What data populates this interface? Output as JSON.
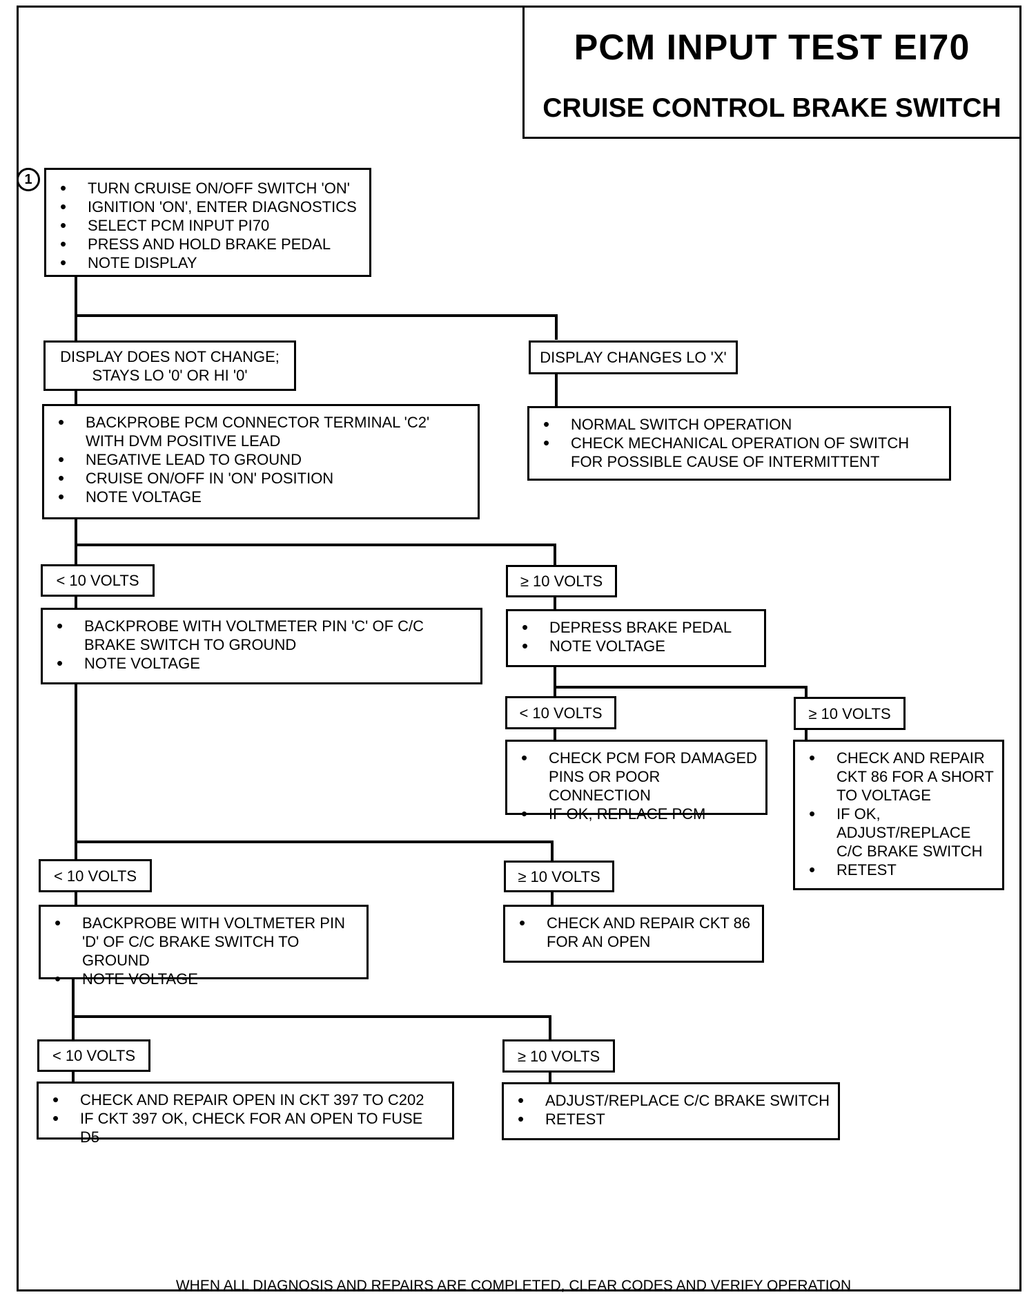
{
  "title": {
    "line1": "PCM INPUT TEST EI70",
    "line2": "CRUISE CONTROL BRAKE SWITCH"
  },
  "step_number": "1",
  "steps": {
    "start": [
      "TURN CRUISE ON/OFF SWITCH 'ON'",
      "IGNITION 'ON', ENTER DIAGNOSTICS",
      "SELECT PCM INPUT PI70",
      "PRESS AND HOLD BRAKE PEDAL",
      "NOTE DISPLAY"
    ],
    "no_change_label": "DISPLAY DOES NOT CHANGE;\nSTAYS LO '0' OR HI '0'",
    "changes_label": "DISPLAY CHANGES LO 'X'",
    "backprobe_pcm": [
      "BACKPROBE PCM CONNECTOR TERMINAL 'C2' WITH DVM POSITIVE LEAD",
      "NEGATIVE LEAD TO GROUND",
      "CRUISE ON/OFF IN 'ON' POSITION",
      "NOTE  VOLTAGE"
    ],
    "normal": [
      "NORMAL SWITCH OPERATION",
      "CHECK MECHANICAL OPERATION OF SWITCH FOR POSSIBLE CAUSE OF INTERMITTENT"
    ],
    "lt10_a_label": "< 10 VOLTS",
    "ge10_a_label": "≥ 10 VOLTS",
    "backprobe_c": [
      "BACKPROBE WITH VOLTMETER PIN 'C' OF C/C BRAKE SWITCH TO GROUND",
      "NOTE  VOLTAGE"
    ],
    "depress": [
      "DEPRESS BRAKE PEDAL",
      "NOTE  VOLTAGE"
    ],
    "lt10_b_label": "< 10 VOLTS",
    "ge10_b_label": "≥ 10 VOLTS",
    "check_pcm": [
      "CHECK PCM FOR DAMAGED PINS OR POOR CONNECTION",
      "IF OK, REPLACE PCM"
    ],
    "check_short": [
      "CHECK AND REPAIR CKT 86 FOR A SHORT TO VOLTAGE",
      "IF OK, ADJUST/REPLACE C/C BRAKE SWITCH",
      "RETEST"
    ],
    "lt10_c_label": "< 10 VOLTS",
    "ge10_c_label": "≥ 10 VOLTS",
    "backprobe_d": [
      "BACKPROBE WITH VOLTMETER PIN 'D' OF C/C BRAKE SWITCH TO GROUND",
      "NOTE  VOLTAGE"
    ],
    "check_open_86": [
      "CHECK AND REPAIR CKT 86 FOR AN OPEN"
    ],
    "lt10_d_label": "< 10 VOLTS",
    "ge10_d_label": "≥ 10 VOLTS",
    "check_397": [
      "CHECK AND REPAIR OPEN IN CKT 397 TO C202",
      "IF CKT 397 OK, CHECK FOR AN OPEN TO FUSE D5"
    ],
    "adjust_replace": [
      "ADJUST/REPLACE C/C BRAKE SWITCH",
      "RETEST"
    ]
  },
  "footer": "WHEN ALL DIAGNOSIS AND REPAIRS ARE COMPLETED, CLEAR CODES AND VERIFY OPERATION"
}
